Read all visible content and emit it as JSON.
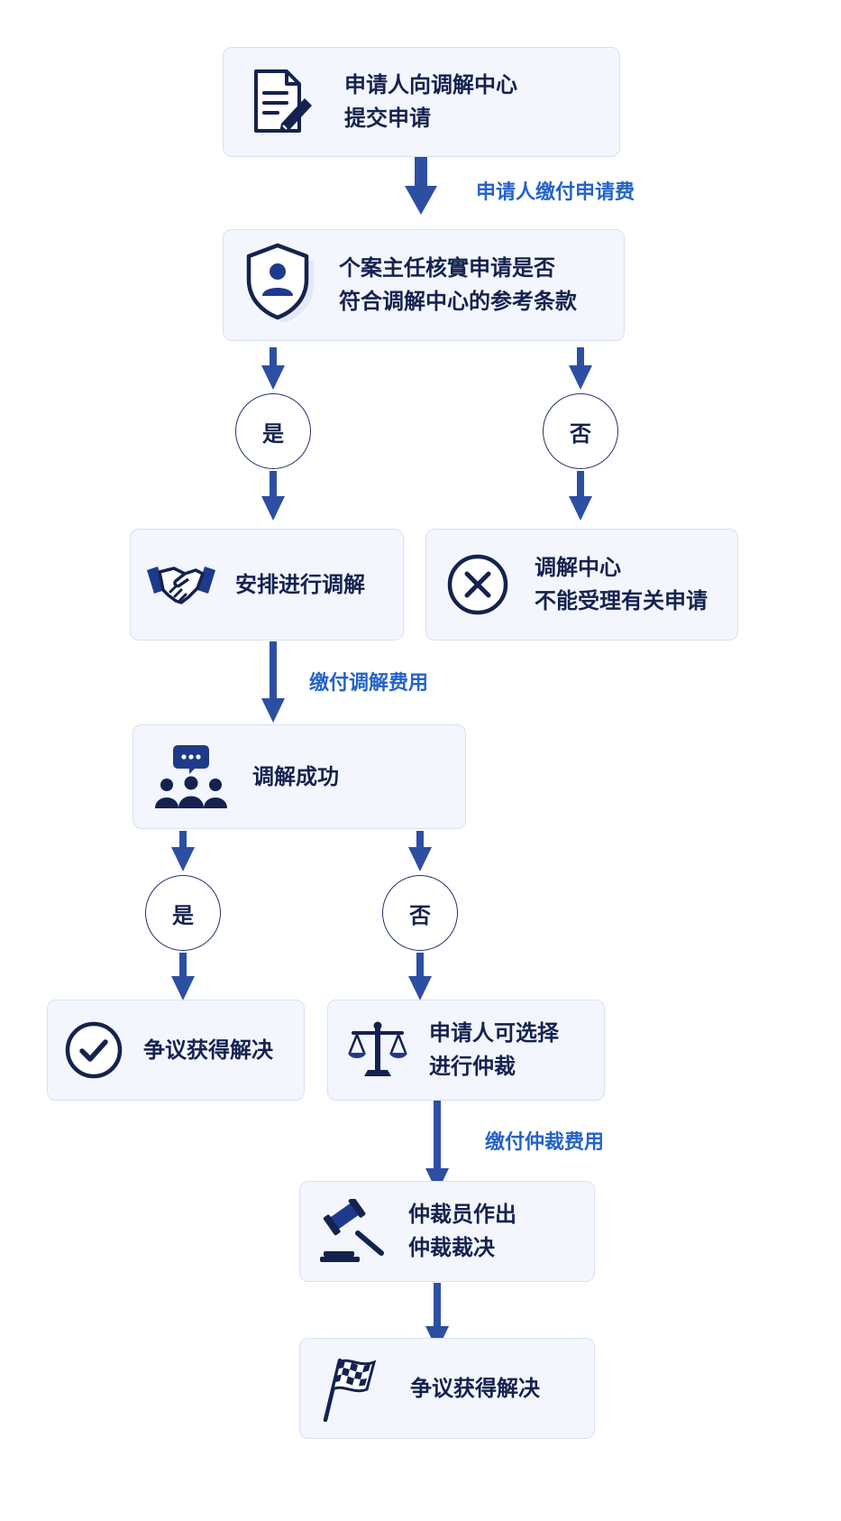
{
  "colors": {
    "accent": "#2463c9",
    "navy": "#14224f",
    "arrow": "#2c4fa3",
    "box_fill": "#f4f6fd",
    "box_border": "#d9e0f2"
  },
  "nodes": {
    "submit": {
      "line1": "申请人向调解中心",
      "line2": "提交申请",
      "icon": "document-edit-icon"
    },
    "review": {
      "line1": "个案主任核實申请是否",
      "line2": "符合调解中心的参考条款",
      "icon": "shield-user-icon"
    },
    "arrange": {
      "line1": "安排进行调解",
      "icon": "handshake-icon"
    },
    "reject": {
      "line1": "调解中心",
      "line2": "不能受理有关申请",
      "icon": "x-circle-icon"
    },
    "success": {
      "line1": "调解成功",
      "icon": "group-chat-icon"
    },
    "resolved1": {
      "line1": "争议获得解决",
      "icon": "check-circle-icon"
    },
    "arbitrate": {
      "line1": "申请人可选择",
      "line2": "进行仲裁",
      "icon": "scales-icon"
    },
    "award": {
      "line1": "仲裁员作出",
      "line2": "仲裁裁决",
      "icon": "gavel-icon"
    },
    "resolved2": {
      "line1": "争议获得解决",
      "icon": "checkered-flag-icon"
    }
  },
  "decisions": {
    "yes1": "是",
    "no1": "否",
    "yes2": "是",
    "no2": "否"
  },
  "edge_labels": {
    "application_fee": "申请人缴付申请费",
    "mediation_fee": "缴付调解费用",
    "arbitration_fee": "缴付仲裁费用"
  }
}
